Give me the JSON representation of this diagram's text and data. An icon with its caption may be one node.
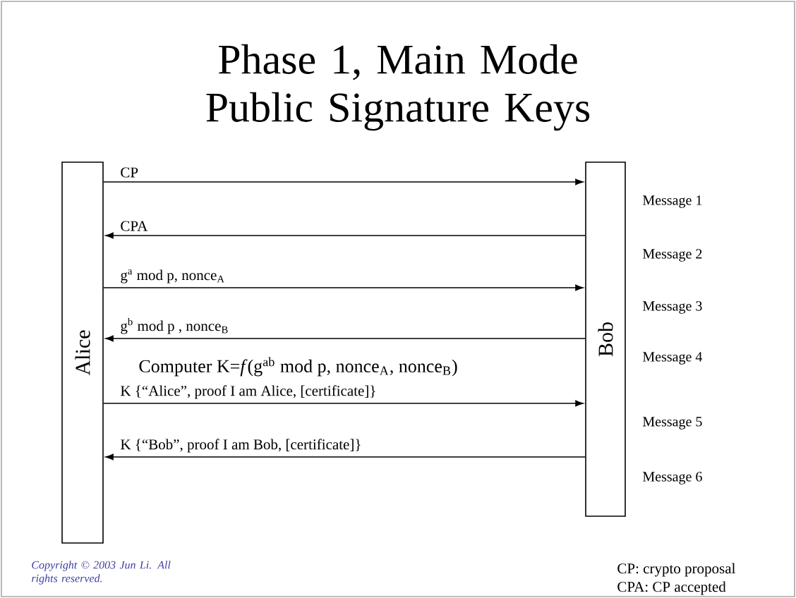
{
  "diagram": {
    "title": "Phase 1, Main Mode Public Signature Keys",
    "nodes": [
      {
        "text": [
          "Alice"
        ]
      },
      {
        "text": [
          "Bob"
        ]
      }
    ],
    "edges": [
      {
        "from": 0,
        "to": 1,
        "arrow": "to",
        "label": "CP"
      },
      {
        "from": 1,
        "to": 0,
        "arrow": "to",
        "label": "CPA"
      },
      {
        "from": 0,
        "to": 1,
        "arrow": "to",
        "label": "g$^{a}$ mod p, nonce$_{A}$"
      },
      {
        "from": 1,
        "to": 0,
        "arrow": "to",
        "label": "g$^{b}$ mod p , nonce$_{B}$"
      },
      {
        "from": 0,
        "to": 1,
        "arrow": "to",
        "label": "K {“Alice”, proof I am Alice, [certificate]}"
      },
      {
        "from": 1,
        "to": 0,
        "arrow": "to",
        "label": "K {“Bob”, proof I am Bob, [certificate]}"
      }
    ],
    "labels": [
      "Message 1",
      "Message 2",
      "Message 3",
      "Message 4",
      "Computer K=*f*(g$^{ab}$ mod p, nonce$_{A}$, nonce$_{B}$)",
      "Message 5",
      "Message 6",
      "Copyright © 2003 Jun Li. All rights reserved.",
      "CP: crypto proposal",
      "CPA: CP accepted"
    ]
  }
}
